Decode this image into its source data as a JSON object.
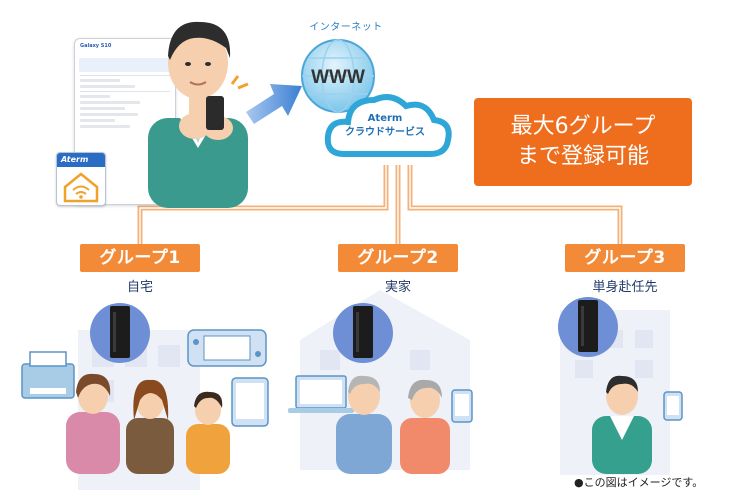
{
  "diagram": {
    "internet_label": "インターネット",
    "www_label": "WWW",
    "cloud_line1": "Aterm",
    "cloud_line2": "クラウドサービス",
    "headline_line1": "最大6グループ",
    "headline_line2": "まで登録可能",
    "app_name": "Aterm",
    "phone_screen_title": "Galaxy S10",
    "groups": [
      {
        "label": "グループ1",
        "location": "自宅"
      },
      {
        "label": "グループ2",
        "location": "実家"
      },
      {
        "label": "グループ3",
        "location": "単身赴任先"
      }
    ],
    "footnote": "●この図はイメージです。"
  },
  "colors": {
    "accent_orange": "#ee6e1d",
    "badge_orange": "#f28a37",
    "line_orange": "#f4b27a",
    "cloud_blue": "#2fa6d8",
    "text_blue": "#1f6fb8",
    "router_circle": "#6e8fd6",
    "building_tint": "#e9edf7"
  },
  "icons": [
    "arrow-right-icon",
    "cloud-icon",
    "globe-www-icon",
    "router-icon",
    "smartphone-icon",
    "home-wifi-app-icon",
    "tablet-icon",
    "game-console-icon",
    "laptop-icon",
    "printer-icon",
    "phone-icon"
  ]
}
